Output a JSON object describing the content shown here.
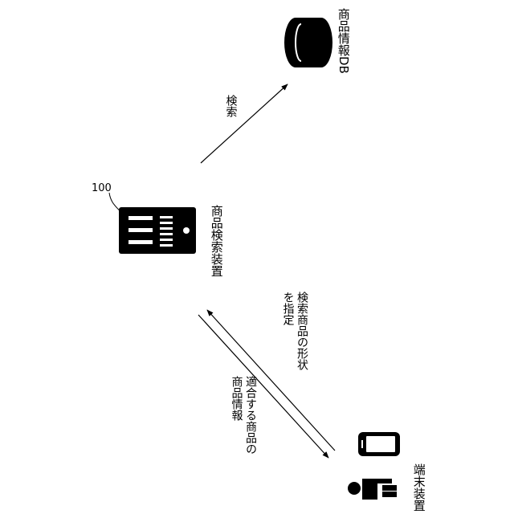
{
  "database": {
    "label": "商品情報DB"
  },
  "search_device": {
    "label": "商品検索装置",
    "ref_number": "100"
  },
  "terminal": {
    "label": "端末装置"
  },
  "arrows": {
    "search": "検索",
    "specify_shape": [
      "検索商品の形状",
      "を指定"
    ],
    "matching_info": [
      "適合する商品の",
      "商品情報"
    ]
  }
}
